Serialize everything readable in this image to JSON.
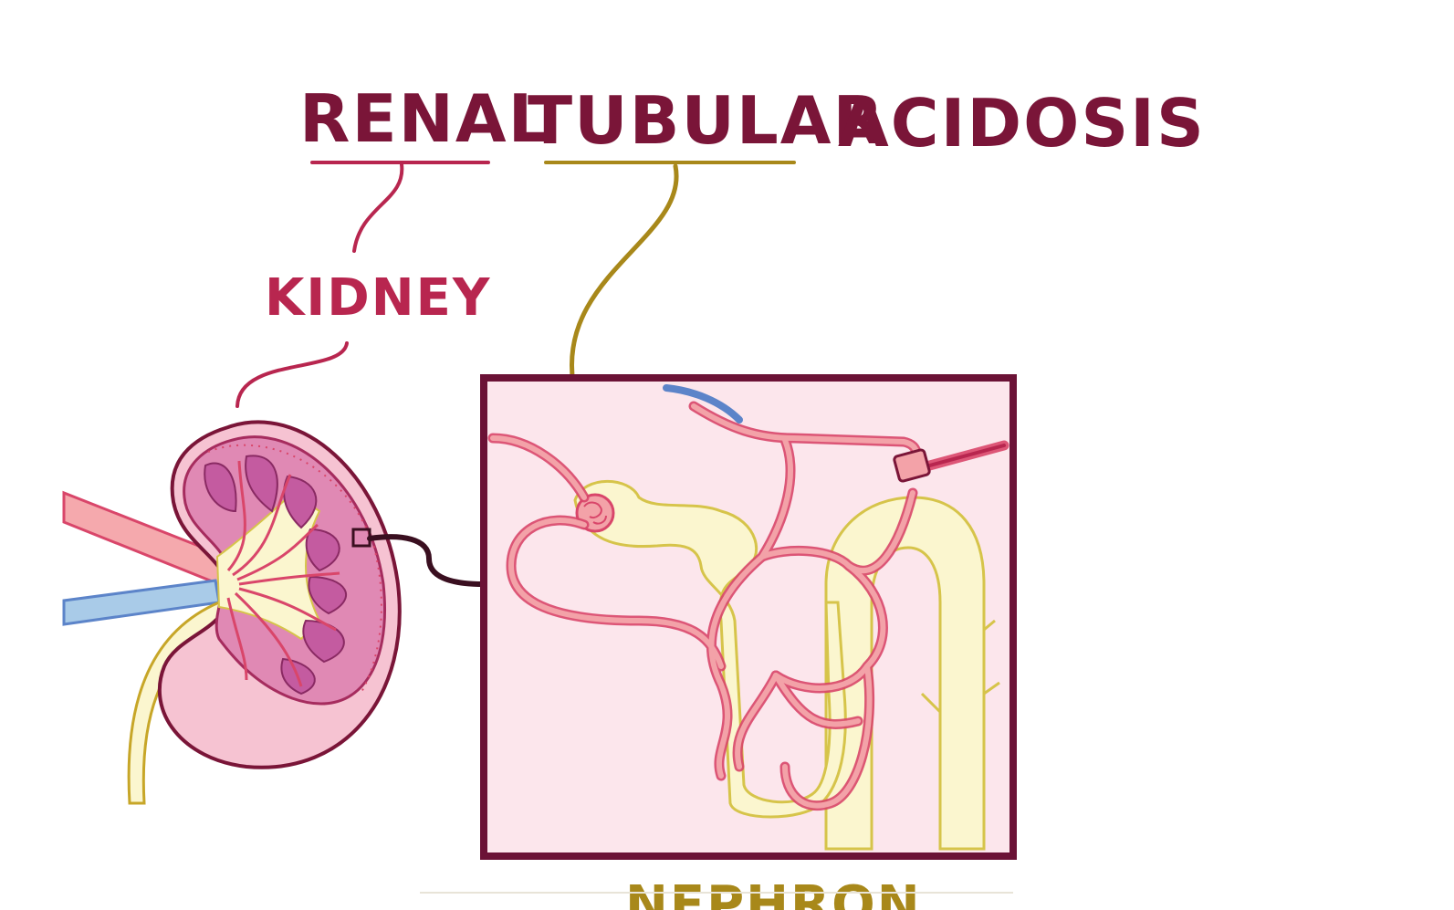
{
  "title": {
    "word1": "RENAL",
    "word2": "TUBULAR",
    "word3": "ACIDOSIS"
  },
  "labels": {
    "kidney": "KIDNEY",
    "nephron": "NEPHRON"
  },
  "colors": {
    "title_text": "#7a1538",
    "kidney_accent": "#b8264f",
    "tubule_accent": "#a8881a",
    "frame": "#6b1236",
    "frame_fill": "#fce6ec",
    "vessel": "#f3a2a8",
    "vessel_stroke": "#d9466a",
    "tubule_fill": "#fbf6cf",
    "tubule_stroke": "#d6c44a",
    "pyramid": "#c45ba0",
    "vein": "#a9cbe8",
    "vein_stroke": "#5c84c9"
  }
}
